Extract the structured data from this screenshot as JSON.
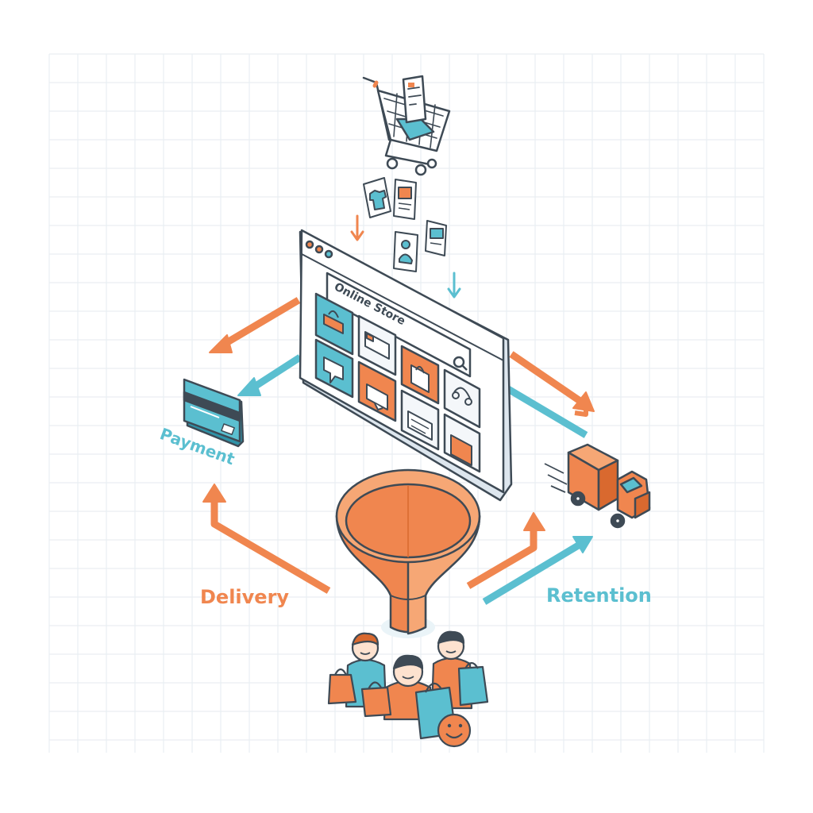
{
  "colors": {
    "orange": "#F0864F",
    "orange_dark": "#D9692F",
    "orange_light": "#F6A775",
    "teal": "#5BBFD0",
    "teal_dark": "#2F93A8",
    "teal_light": "#A9DDE6",
    "outline": "#3E4A55",
    "grid": "#E9EEF2",
    "screen_bg": "#F4F7FA"
  },
  "store": {
    "search_text": "Online Store",
    "icons": [
      "cart-icon",
      "shirt-tag-icon",
      "product-card-icon",
      "profile-card-icon",
      "image-card-icon",
      "search-icon"
    ]
  },
  "labels": {
    "payment": "Payment",
    "delivery": "Delivery",
    "retention": "Retention"
  },
  "customers": {
    "icons": [
      "shopping-bag-icon",
      "smiley-icon"
    ]
  },
  "background": {
    "grid": true
  }
}
